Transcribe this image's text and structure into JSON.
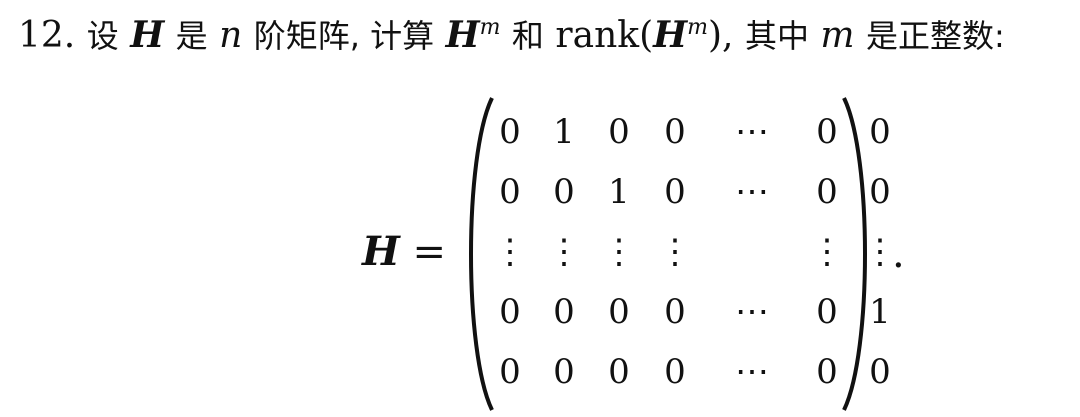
{
  "problem": {
    "number": "12.",
    "t_she": "设",
    "H": "H",
    "t_shi": "是",
    "n": "n",
    "t_jie": "阶矩阵, 计算",
    "m_sup": "m",
    "t_he": "和",
    "rank": "rank(",
    "rank_close": "),",
    "t_qizhong": "其中",
    "m": "m",
    "t_end": "是正整数:"
  },
  "equation": {
    "lhs": "H",
    "equals": "=",
    "period": "."
  },
  "matrix": {
    "rows": [
      [
        "0",
        "1",
        "0",
        "0",
        "⋯",
        "0",
        "0"
      ],
      [
        "0",
        "0",
        "1",
        "0",
        "⋯",
        "0",
        "0"
      ],
      [
        "⋮",
        "⋮",
        "⋮",
        "⋮",
        "",
        "⋮",
        "⋮"
      ],
      [
        "0",
        "0",
        "0",
        "0",
        "⋯",
        "0",
        "1"
      ],
      [
        "0",
        "0",
        "0",
        "0",
        "⋯",
        "0",
        "0"
      ]
    ]
  }
}
